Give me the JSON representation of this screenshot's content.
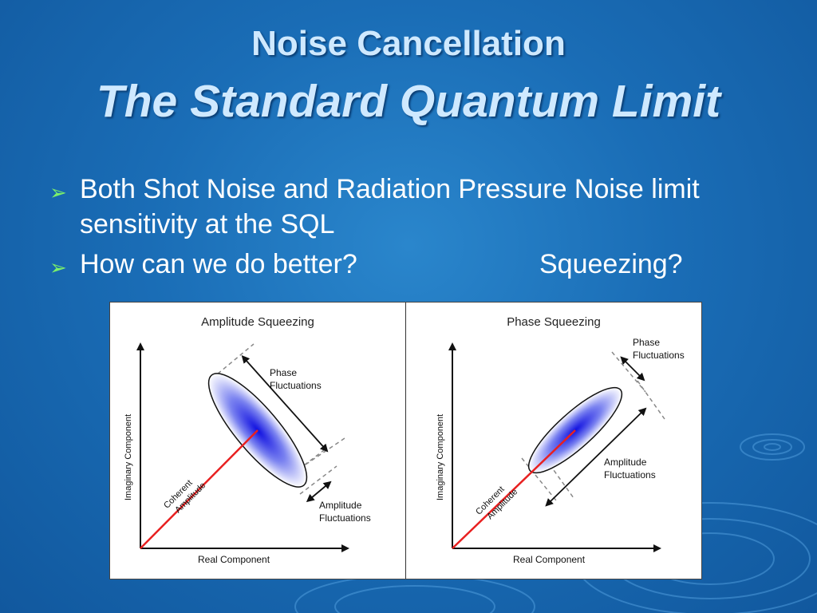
{
  "title": "Noise Cancellation",
  "subtitle": "The Standard Quantum Limit",
  "bullets": [
    {
      "text": "Both Shot Noise and Radiation Pressure Noise limit sensitivity at the SQL"
    },
    {
      "text": "How can we do better?",
      "extra": "Squeezing?"
    }
  ],
  "diagram": {
    "left": {
      "title": "Amplitude Squeezing",
      "x_axis": "Real Component",
      "y_axis": "Imaginary Component",
      "coherent_1": "Coherent",
      "coherent_2": "Amplitude",
      "phase_1": "Phase",
      "phase_2": "Fluctuations",
      "amp_1": "Amplitude",
      "amp_2": "Fluctuations"
    },
    "right": {
      "title": "Phase Squeezing",
      "x_axis": "Real Component",
      "y_axis": "Imaginary Component",
      "coherent_1": "Coherent",
      "coherent_2": "Amplitude",
      "phase_1": "Phase",
      "phase_2": "Fluctuations",
      "amp_1": "Amplitude",
      "amp_2": "Fluctuations"
    }
  },
  "colors": {
    "background": "#1a6db6",
    "title": "#cfe9ff",
    "bullet_arrow": "#7cf06a",
    "coherent_line": "#e82020",
    "ellipse_center": "#1010e0"
  }
}
